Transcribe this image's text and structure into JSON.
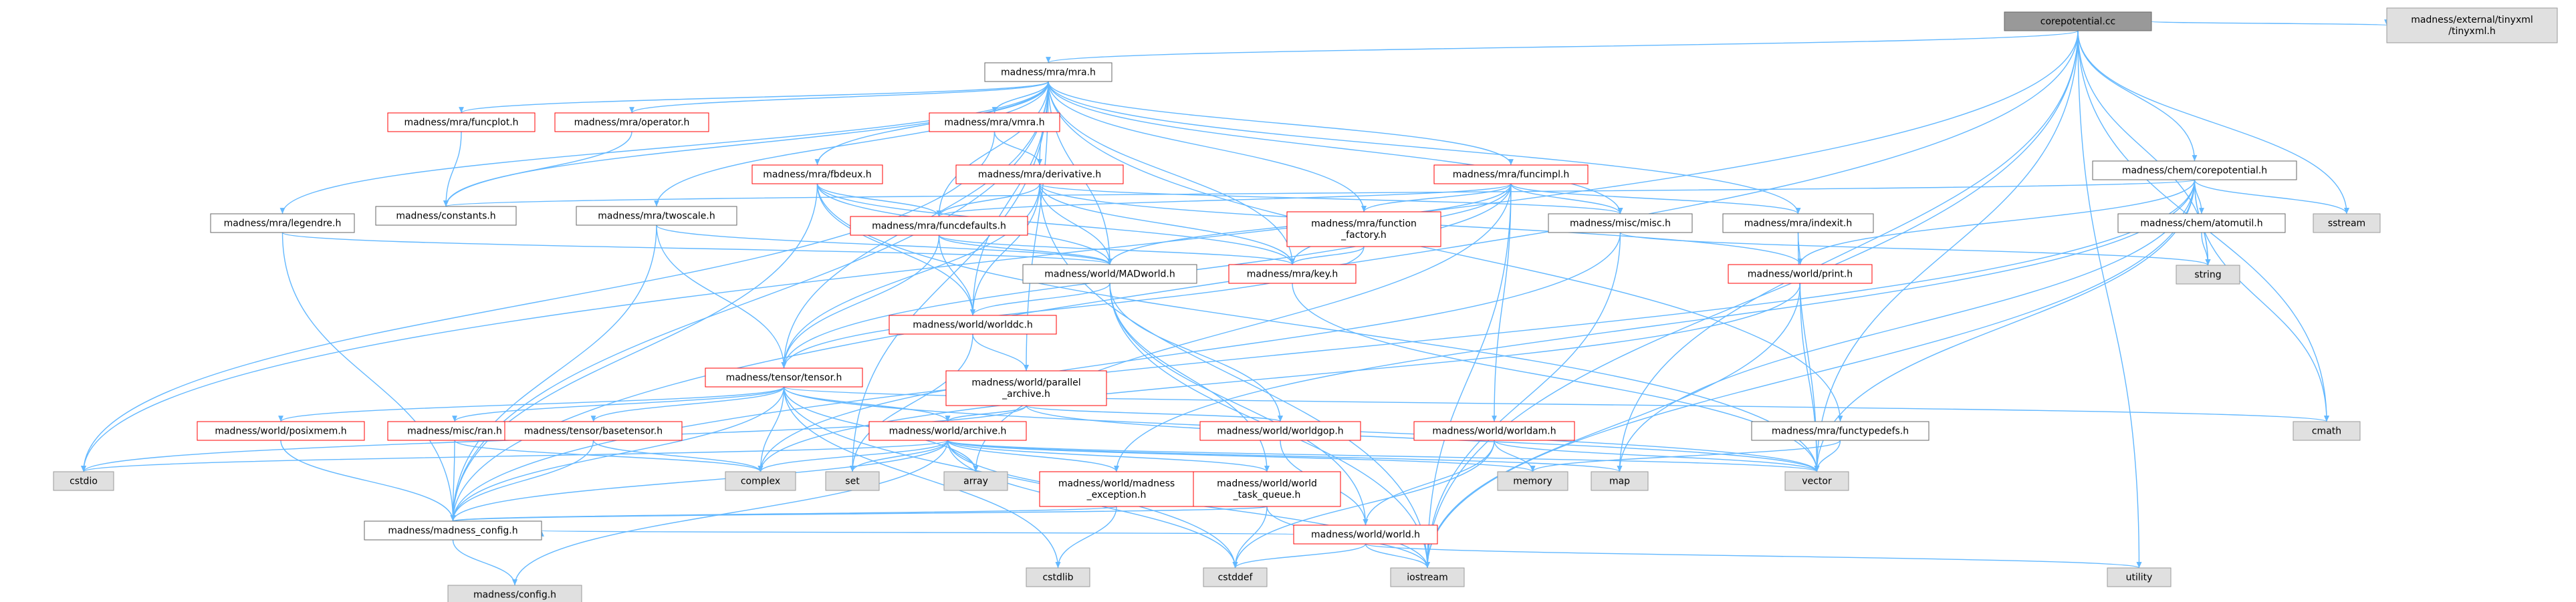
{
  "colors": {
    "root_fill": "#999999",
    "normal_fill": "#ffffff",
    "normal_border": "#666666",
    "missing_border": "#ff0000",
    "system_fill": "#e0e0e0",
    "system_border": "#999999",
    "edge": "#63b8ff",
    "text": "#000000"
  },
  "graph": {
    "nodes": [
      {
        "id": "corepotential_cc",
        "lines": [
          "corepotential.cc"
        ],
        "kind": "root"
      },
      {
        "id": "mra_h",
        "lines": [
          "madness/mra/mra.h"
        ],
        "kind": "normal"
      },
      {
        "id": "tinyxml",
        "lines": [
          "madness/external/tinyxml",
          "/tinyxml.h"
        ],
        "kind": "system"
      },
      {
        "id": "corepotential_h",
        "lines": [
          "madness/chem/corepotential.h"
        ],
        "kind": "normal"
      },
      {
        "id": "funcplot",
        "lines": [
          "madness/mra/funcplot.h"
        ],
        "kind": "missing"
      },
      {
        "id": "operator",
        "lines": [
          "madness/mra/operator.h"
        ],
        "kind": "missing"
      },
      {
        "id": "vmra",
        "lines": [
          "madness/mra/vmra.h"
        ],
        "kind": "missing"
      },
      {
        "id": "funcimpl",
        "lines": [
          "madness/mra/funcimpl.h"
        ],
        "kind": "missing"
      },
      {
        "id": "fbdeux",
        "lines": [
          "madness/mra/fbdeux.h"
        ],
        "kind": "missing"
      },
      {
        "id": "derivative",
        "lines": [
          "madness/mra/derivative.h"
        ],
        "kind": "missing"
      },
      {
        "id": "legendre",
        "lines": [
          "madness/mra/legendre.h"
        ],
        "kind": "normal"
      },
      {
        "id": "constants",
        "lines": [
          "madness/constants.h"
        ],
        "kind": "normal"
      },
      {
        "id": "twoscale",
        "lines": [
          "madness/mra/twoscale.h"
        ],
        "kind": "normal"
      },
      {
        "id": "funcdefaults",
        "lines": [
          "madness/mra/funcdefaults.h"
        ],
        "kind": "missing"
      },
      {
        "id": "function_factory",
        "lines": [
          "madness/mra/function",
          "_factory.h"
        ],
        "kind": "missing"
      },
      {
        "id": "misc_h",
        "lines": [
          "madness/misc/misc.h"
        ],
        "kind": "normal"
      },
      {
        "id": "indexit",
        "lines": [
          "madness/mra/indexit.h"
        ],
        "kind": "normal"
      },
      {
        "id": "atomutil",
        "lines": [
          "madness/chem/atomutil.h"
        ],
        "kind": "normal"
      },
      {
        "id": "sstream",
        "lines": [
          "sstream"
        ],
        "kind": "system"
      },
      {
        "id": "madworld",
        "lines": [
          "madness/world/MADworld.h"
        ],
        "kind": "normal"
      },
      {
        "id": "key",
        "lines": [
          "madness/mra/key.h"
        ],
        "kind": "missing"
      },
      {
        "id": "print",
        "lines": [
          "madness/world/print.h"
        ],
        "kind": "missing"
      },
      {
        "id": "string",
        "lines": [
          "string"
        ],
        "kind": "system"
      },
      {
        "id": "worlddc",
        "lines": [
          "madness/world/worlddc.h"
        ],
        "kind": "missing"
      },
      {
        "id": "tensor",
        "lines": [
          "madness/tensor/tensor.h"
        ],
        "kind": "missing"
      },
      {
        "id": "parallel_archive",
        "lines": [
          "madness/world/parallel",
          "_archive.h"
        ],
        "kind": "missing"
      },
      {
        "id": "worldgop",
        "lines": [
          "madness/world/worldgop.h"
        ],
        "kind": "missing"
      },
      {
        "id": "worldam",
        "lines": [
          "madness/world/worldam.h"
        ],
        "kind": "missing"
      },
      {
        "id": "functypedefs",
        "lines": [
          "madness/mra/functypedefs.h"
        ],
        "kind": "normal"
      },
      {
        "id": "cmath",
        "lines": [
          "cmath"
        ],
        "kind": "system"
      },
      {
        "id": "posixmem",
        "lines": [
          "madness/world/posixmem.h"
        ],
        "kind": "missing"
      },
      {
        "id": "ran",
        "lines": [
          "madness/misc/ran.h"
        ],
        "kind": "missing"
      },
      {
        "id": "basetensor",
        "lines": [
          "madness/tensor/basetensor.h"
        ],
        "kind": "missing"
      },
      {
        "id": "archive",
        "lines": [
          "madness/world/archive.h"
        ],
        "kind": "missing"
      },
      {
        "id": "cstdio",
        "lines": [
          "cstdio"
        ],
        "kind": "system"
      },
      {
        "id": "complex",
        "lines": [
          "complex"
        ],
        "kind": "system"
      },
      {
        "id": "set",
        "lines": [
          "set"
        ],
        "kind": "system"
      },
      {
        "id": "array",
        "lines": [
          "array"
        ],
        "kind": "system"
      },
      {
        "id": "madness_exception",
        "lines": [
          "madness/world/madness",
          "_exception.h"
        ],
        "kind": "missing"
      },
      {
        "id": "world_task_queue",
        "lines": [
          "madness/world/world",
          "_task_queue.h"
        ],
        "kind": "missing"
      },
      {
        "id": "memory",
        "lines": [
          "memory"
        ],
        "kind": "system"
      },
      {
        "id": "map",
        "lines": [
          "map"
        ],
        "kind": "system"
      },
      {
        "id": "world_h",
        "lines": [
          "madness/world/world.h"
        ],
        "kind": "missing"
      },
      {
        "id": "vector",
        "lines": [
          "vector"
        ],
        "kind": "system"
      },
      {
        "id": "madness_config",
        "lines": [
          "madness/madness_config.h"
        ],
        "kind": "normal"
      },
      {
        "id": "cstdlib",
        "lines": [
          "cstdlib"
        ],
        "kind": "system"
      },
      {
        "id": "cstddef",
        "lines": [
          "cstddef"
        ],
        "kind": "system"
      },
      {
        "id": "iostream",
        "lines": [
          "iostream"
        ],
        "kind": "system"
      },
      {
        "id": "utility",
        "lines": [
          "utility"
        ],
        "kind": "system"
      },
      {
        "id": "config_h",
        "lines": [
          "madness/config.h"
        ],
        "kind": "system"
      }
    ],
    "edges": [
      [
        "corepotential_cc",
        "mra_h"
      ],
      [
        "corepotential_cc",
        "tinyxml"
      ],
      [
        "corepotential_cc",
        "corepotential_h"
      ],
      [
        "corepotential_cc",
        "string"
      ],
      [
        "corepotential_cc",
        "sstream"
      ],
      [
        "corepotential_cc",
        "cmath"
      ],
      [
        "corepotential_cc",
        "vector"
      ],
      [
        "corepotential_cc",
        "map"
      ],
      [
        "corepotential_cc",
        "utility"
      ],
      [
        "corepotential_cc",
        "madness_config"
      ],
      [
        "corepotential_cc",
        "cstdio"
      ],
      [
        "corepotential_cc",
        "iostream"
      ],
      [
        "mra_h",
        "funcplot"
      ],
      [
        "mra_h",
        "operator"
      ],
      [
        "mra_h",
        "vmra"
      ],
      [
        "mra_h",
        "funcimpl"
      ],
      [
        "mra_h",
        "fbdeux"
      ],
      [
        "mra_h",
        "derivative"
      ],
      [
        "mra_h",
        "legendre"
      ],
      [
        "mra_h",
        "constants"
      ],
      [
        "mra_h",
        "twoscale"
      ],
      [
        "mra_h",
        "funcdefaults"
      ],
      [
        "mra_h",
        "function_factory"
      ],
      [
        "mra_h",
        "misc_h"
      ],
      [
        "mra_h",
        "indexit"
      ],
      [
        "mra_h",
        "madworld"
      ],
      [
        "mra_h",
        "key"
      ],
      [
        "mra_h",
        "worlddc"
      ],
      [
        "mra_h",
        "tensor"
      ],
      [
        "mra_h",
        "parallel_archive"
      ],
      [
        "mra_h",
        "functypedefs"
      ],
      [
        "mra_h",
        "madness_config"
      ],
      [
        "mra_h",
        "set"
      ],
      [
        "corepotential_h",
        "atomutil"
      ],
      [
        "corepotential_h",
        "constants"
      ],
      [
        "corepotential_h",
        "print"
      ],
      [
        "corepotential_h",
        "string"
      ],
      [
        "corepotential_h",
        "sstream"
      ],
      [
        "corepotential_h",
        "cmath"
      ],
      [
        "corepotential_h",
        "vector"
      ],
      [
        "corepotential_h",
        "map"
      ],
      [
        "corepotential_h",
        "iostream"
      ],
      [
        "corepotential_h",
        "madness_exception"
      ],
      [
        "corepotential_h",
        "madness_config"
      ],
      [
        "funcplot",
        "constants"
      ],
      [
        "operator",
        "constants"
      ],
      [
        "vmra",
        "mra_h"
      ],
      [
        "vmra",
        "derivative"
      ],
      [
        "vmra",
        "cstdio"
      ],
      [
        "funcimpl",
        "funcdefaults"
      ],
      [
        "funcimpl",
        "function_factory"
      ],
      [
        "funcimpl",
        "misc_h"
      ],
      [
        "funcimpl",
        "indexit"
      ],
      [
        "funcimpl",
        "key"
      ],
      [
        "funcimpl",
        "tensor"
      ],
      [
        "funcimpl",
        "worldam"
      ],
      [
        "funcimpl",
        "iostream"
      ],
      [
        "funcimpl",
        "array"
      ],
      [
        "funcimpl",
        "madworld"
      ],
      [
        "fbdeux",
        "funcdefaults"
      ],
      [
        "fbdeux",
        "key"
      ],
      [
        "fbdeux",
        "madworld"
      ],
      [
        "fbdeux",
        "worlddc"
      ],
      [
        "fbdeux",
        "vector"
      ],
      [
        "fbdeux",
        "madness_config"
      ],
      [
        "derivative",
        "funcdefaults"
      ],
      [
        "derivative",
        "madworld"
      ],
      [
        "derivative",
        "key"
      ],
      [
        "derivative",
        "misc_h"
      ],
      [
        "derivative",
        "print"
      ],
      [
        "derivative",
        "iostream"
      ],
      [
        "derivative",
        "worlddc"
      ],
      [
        "derivative",
        "tensor"
      ],
      [
        "legendre",
        "madworld"
      ],
      [
        "legendre",
        "madness_config"
      ],
      [
        "twoscale",
        "madworld"
      ],
      [
        "twoscale",
        "tensor"
      ],
      [
        "twoscale",
        "madness_config"
      ],
      [
        "funcdefaults",
        "key"
      ],
      [
        "funcdefaults",
        "madworld"
      ],
      [
        "funcdefaults",
        "worlddc"
      ],
      [
        "funcdefaults",
        "tensor"
      ],
      [
        "function_factory",
        "key"
      ],
      [
        "function_factory",
        "tensor"
      ],
      [
        "misc_h",
        "string"
      ],
      [
        "misc_h",
        "iostream"
      ],
      [
        "misc_h",
        "complex"
      ],
      [
        "indexit",
        "print"
      ],
      [
        "indexit",
        "vector"
      ],
      [
        "atomutil",
        "string"
      ],
      [
        "madworld",
        "worlddc"
      ],
      [
        "madworld",
        "worldgop"
      ],
      [
        "madworld",
        "world_h"
      ],
      [
        "madworld",
        "world_task_queue"
      ],
      [
        "madworld",
        "iostream"
      ],
      [
        "key",
        "vector"
      ],
      [
        "print",
        "vector"
      ],
      [
        "print",
        "iostream"
      ],
      [
        "print",
        "complex"
      ],
      [
        "worlddc",
        "set"
      ],
      [
        "worlddc",
        "parallel_archive"
      ],
      [
        "tensor",
        "cmath"
      ],
      [
        "tensor",
        "posixmem"
      ],
      [
        "tensor",
        "ran"
      ],
      [
        "tensor",
        "basetensor"
      ],
      [
        "tensor",
        "archive"
      ],
      [
        "tensor",
        "complex"
      ],
      [
        "tensor",
        "vector"
      ],
      [
        "tensor",
        "cstddef"
      ],
      [
        "tensor",
        "cstdlib"
      ],
      [
        "tensor",
        "array"
      ],
      [
        "tensor",
        "madness_config"
      ],
      [
        "parallel_archive",
        "archive"
      ],
      [
        "parallel_archive",
        "worldgop"
      ],
      [
        "parallel_archive",
        "cstdio"
      ],
      [
        "parallel_archive",
        "vector"
      ],
      [
        "worldgop",
        "world_h"
      ],
      [
        "worldam",
        "world_h"
      ],
      [
        "worldam",
        "vector"
      ],
      [
        "worldam",
        "cstddef"
      ],
      [
        "worldam",
        "memory"
      ],
      [
        "functypedefs",
        "vector"
      ],
      [
        "functypedefs",
        "memory"
      ],
      [
        "posixmem",
        "madness_config"
      ],
      [
        "ran",
        "madness_config"
      ],
      [
        "ran",
        "complex"
      ],
      [
        "basetensor",
        "madness_config"
      ],
      [
        "basetensor",
        "complex"
      ],
      [
        "archive",
        "madness_config"
      ],
      [
        "archive",
        "cstddef"
      ],
      [
        "archive",
        "cstdio"
      ],
      [
        "archive",
        "complex"
      ],
      [
        "archive",
        "set"
      ],
      [
        "archive",
        "array"
      ],
      [
        "archive",
        "memory"
      ],
      [
        "archive",
        "map"
      ],
      [
        "archive",
        "vector"
      ],
      [
        "archive",
        "iostream"
      ],
      [
        "archive",
        "madness_exception"
      ],
      [
        "archive",
        "world_task_queue"
      ],
      [
        "archive",
        "config_h"
      ],
      [
        "madness_exception",
        "madness_config"
      ],
      [
        "madness_exception",
        "cstdlib"
      ],
      [
        "world_task_queue",
        "madness_config"
      ],
      [
        "world_task_queue",
        "cstddef"
      ],
      [
        "world_task_queue",
        "iostream"
      ],
      [
        "world_h",
        "madness_config"
      ],
      [
        "world_h",
        "cstddef"
      ],
      [
        "world_h",
        "iostream"
      ],
      [
        "world_h",
        "utility"
      ],
      [
        "madness_config",
        "config_h"
      ]
    ]
  }
}
